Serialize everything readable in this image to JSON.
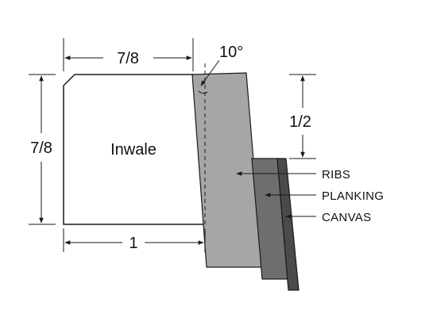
{
  "labels": {
    "inwale": "Inwale",
    "top_width": "7/8",
    "left_height": "7/8",
    "bottom_width": "1",
    "angle": "10°",
    "right_height": "1/2",
    "ribs": "RIBS",
    "planking": "PLANKING",
    "canvas": "CANVAS"
  },
  "colors": {
    "ribs": "#a6a6a6",
    "planking": "#6e6e6e",
    "canvas": "#4a4a4a",
    "outline": "#1a1a1a"
  }
}
